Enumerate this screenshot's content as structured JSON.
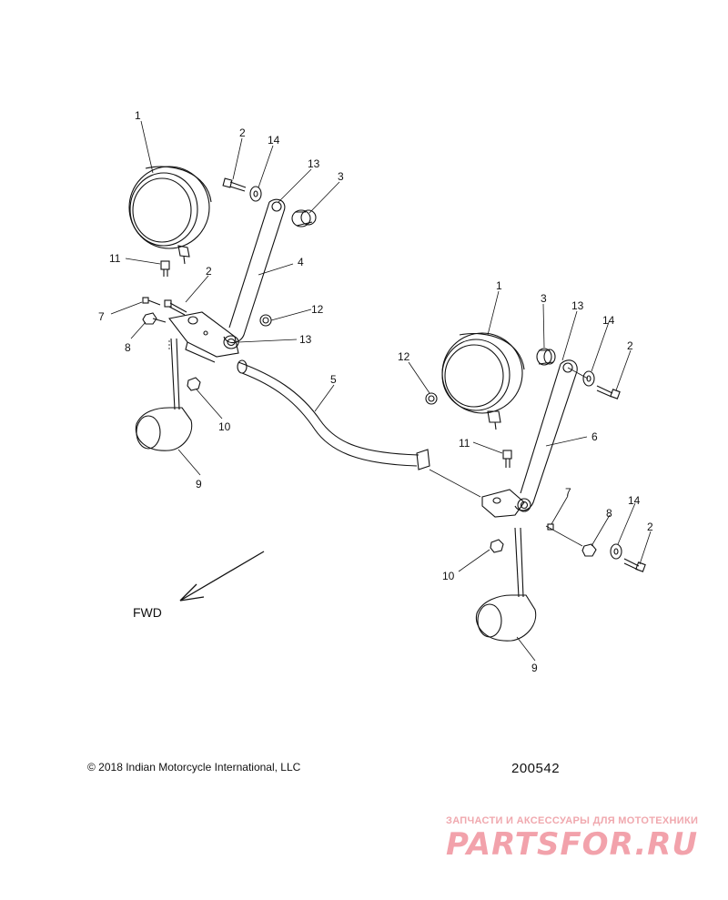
{
  "diagram": {
    "direction_label": "FWD",
    "copyright": "© 2018 Indian Motorcycle International, LLC",
    "figure_number": "200542",
    "callouts": [
      {
        "id": "c1a",
        "label": "1"
      },
      {
        "id": "c2a",
        "label": "2"
      },
      {
        "id": "c14a",
        "label": "14"
      },
      {
        "id": "c13a",
        "label": "13"
      },
      {
        "id": "c3a",
        "label": "3"
      },
      {
        "id": "c11a",
        "label": "11"
      },
      {
        "id": "c4",
        "label": "4"
      },
      {
        "id": "c2b",
        "label": "2"
      },
      {
        "id": "c7a",
        "label": "7"
      },
      {
        "id": "c8a",
        "label": "8"
      },
      {
        "id": "c12a",
        "label": "12"
      },
      {
        "id": "c13b",
        "label": "13"
      },
      {
        "id": "c10a",
        "label": "10"
      },
      {
        "id": "c9a",
        "label": "9"
      },
      {
        "id": "c5",
        "label": "5"
      },
      {
        "id": "c12b",
        "label": "12"
      },
      {
        "id": "c1b",
        "label": "1"
      },
      {
        "id": "c3b",
        "label": "3"
      },
      {
        "id": "c13c",
        "label": "13"
      },
      {
        "id": "c14b",
        "label": "14"
      },
      {
        "id": "c2c",
        "label": "2"
      },
      {
        "id": "c6",
        "label": "6"
      },
      {
        "id": "c11b",
        "label": "11"
      },
      {
        "id": "c7b",
        "label": "7"
      },
      {
        "id": "c8b",
        "label": "8"
      },
      {
        "id": "c14c",
        "label": "14"
      },
      {
        "id": "c2d",
        "label": "2"
      },
      {
        "id": "c10b",
        "label": "10"
      },
      {
        "id": "c9b",
        "label": "9"
      }
    ]
  },
  "watermark": {
    "tagline": "ЗАПЧАСТИ И АКСЕССУАРЫ ДЛЯ МОТОТЕХНИКИ",
    "brand": "PARTSFOR.RU"
  },
  "colors": {
    "line": "#111111",
    "watermark": "#f2a2ab"
  }
}
